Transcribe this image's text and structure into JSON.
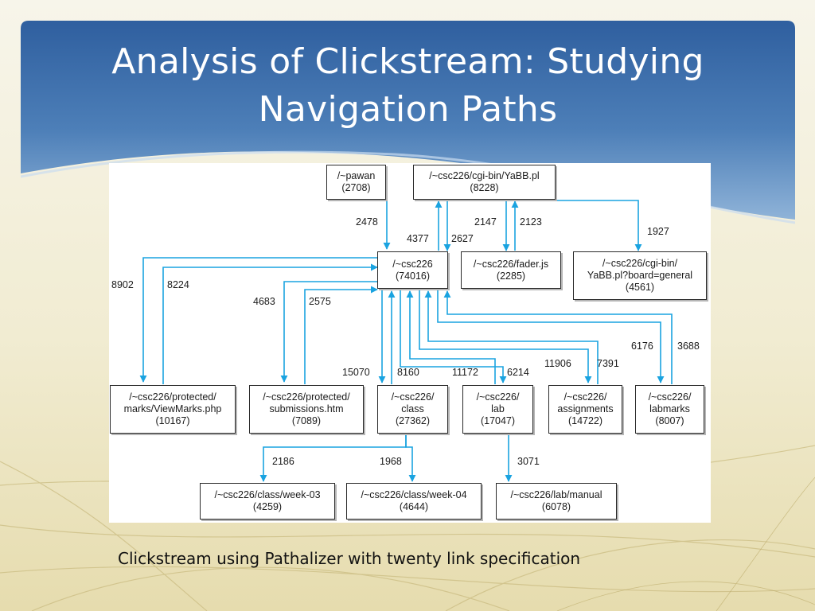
{
  "slide": {
    "title_lines": [
      "Analysis of Clickstream: Studying",
      "Navigation Paths"
    ],
    "caption": "Clickstream using Pathalizer with twenty link specification",
    "colors": {
      "header": "#3b6aa6",
      "arrow": "#1aa3e0",
      "background": "#f3efd8"
    }
  },
  "diagram": {
    "nodes": {
      "pawan": {
        "path": "/~pawan",
        "count": "(2708)"
      },
      "yabb": {
        "path": "/~csc226/cgi-bin/YaBB.pl",
        "count": "(8228)"
      },
      "csc226": {
        "path": "/~csc226",
        "count": "(74016)"
      },
      "fader": {
        "path": "/~csc226/fader.js",
        "count": "(2285)"
      },
      "board": {
        "path": "/~csc226/cgi-bin/",
        "path2": "YaBB.pl?board=general",
        "count": "(4561)"
      },
      "viewmarks": {
        "path": "/~csc226/protected/",
        "path2": "marks/ViewMarks.php",
        "count": "(10167)"
      },
      "submissions": {
        "path": "/~csc226/protected/",
        "path2": "submissions.htm",
        "count": "(7089)"
      },
      "class": {
        "path": "/~csc226/",
        "path2": "class",
        "count": "(27362)"
      },
      "lab": {
        "path": "/~csc226/",
        "path2": "lab",
        "count": "(17047)"
      },
      "assignments": {
        "path": "/~csc226/",
        "path2": "assignments",
        "count": "(14722)"
      },
      "labmarks": {
        "path": "/~csc226/",
        "path2": "labmarks",
        "count": "(8007)"
      },
      "week03": {
        "path": "/~csc226/class/week-03",
        "count": "(4259)"
      },
      "week04": {
        "path": "/~csc226/class/week-04",
        "count": "(4644)"
      },
      "labmanual": {
        "path": "/~csc226/lab/manual",
        "count": "(6078)"
      }
    },
    "edges": {
      "pawan_csc": "2478",
      "yabb_csc": "2627",
      "csc_yabb": "4377",
      "yabb_fader": "2147",
      "fader_yabb": "2123",
      "yabb_board": "1927",
      "csc_viewmarks": "8902",
      "viewmarks_csc": "8224",
      "csc_submissions": "4683",
      "submissions_csc": "2575",
      "csc_class": "15070",
      "class_csc": "8160",
      "lab_csc": "11172",
      "csc_lab": "6214",
      "assignments_csc": "11906",
      "csc_assignments": "7391",
      "labmarks_csc": "6176",
      "csc_labmarks": "3688",
      "class_week03": "2186",
      "class_week04": "1968",
      "lab_manual": "3071"
    }
  }
}
